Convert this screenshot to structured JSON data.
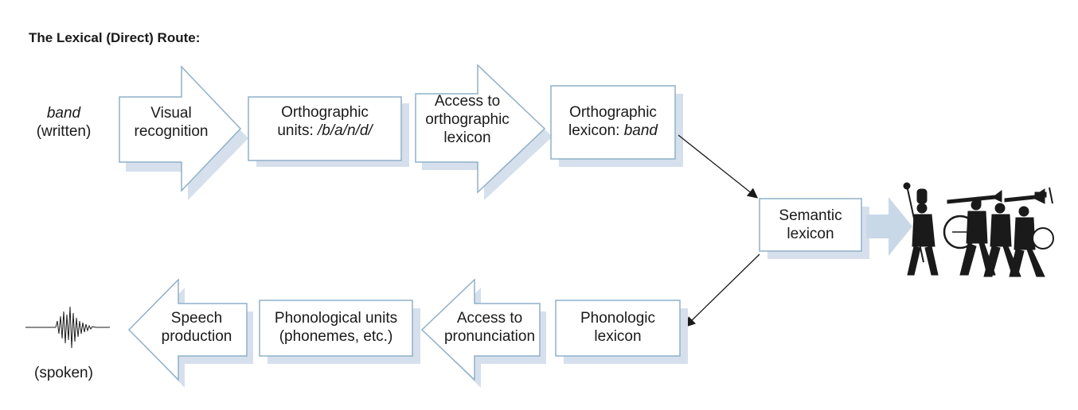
{
  "title": "The Lexical (Direct) Route:",
  "input": {
    "word": "band",
    "mode": "(written)"
  },
  "output": {
    "mode": "(spoken)"
  },
  "top_row": {
    "visual_recognition": [
      "Visual",
      "recognition"
    ],
    "orthographic_units": {
      "line1": "Orthographic",
      "prefix": "units: ",
      "value": "/b/a/n/d/"
    },
    "access_orthographic": [
      "Access to",
      "orthographic",
      "lexicon"
    ],
    "orthographic_lexicon": {
      "line1": "Orthographic",
      "prefix": "lexicon: ",
      "value": "band"
    }
  },
  "semantic_lexicon": [
    "Semantic",
    "lexicon"
  ],
  "bottom_row": {
    "phonologic_lexicon": [
      "Phonologic",
      "lexicon"
    ],
    "access_pronunciation": [
      "Access to",
      "pronunciation"
    ],
    "phonological_units": [
      "Phonological units",
      "(phonemes, etc.)"
    ],
    "speech_production": [
      "Speech",
      "production"
    ]
  },
  "images": {
    "band_illustration": "marching-band-icon",
    "waveform": "sound-waveform-icon"
  },
  "colors": {
    "stroke": "#8fb0c8",
    "shadow": "#d6e0ec",
    "arrow_fill": "#c9d8e7",
    "text": "#1a1a1a"
  }
}
